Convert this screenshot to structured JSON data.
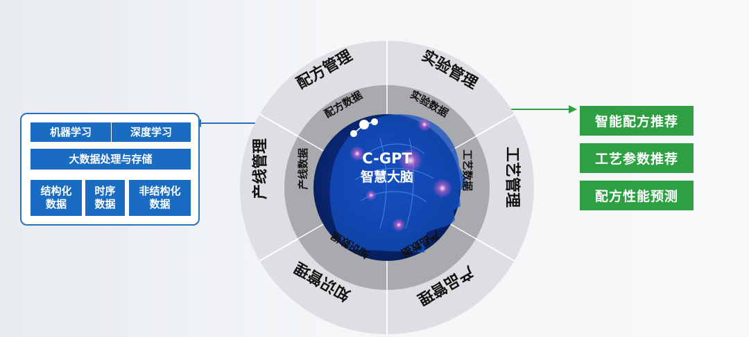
{
  "center": {
    "line1": "C-GPT",
    "line2": "智慧大脑"
  },
  "outer_ring": [
    "配方管理",
    "实验管理",
    "工艺管理",
    "产品管理",
    "知识管理",
    "产线管理"
  ],
  "inner_ring": [
    "配方数据",
    "实验数据",
    "工艺数据",
    "产品数据",
    "知识数据",
    "产线数据"
  ],
  "left_panel": {
    "machine_learning": "机器学习",
    "deep_learning": "深度学习",
    "big_data": "大数据处理与存储",
    "structured": "结构化\n数据",
    "time_series": "时序\n数据",
    "unstructured": "非结构化\n数据"
  },
  "right_outputs": [
    "智能配方推荐",
    "工艺参数推荐",
    "配方性能预测"
  ],
  "colors": {
    "blue_accent": "#1a6cc2",
    "green_accent": "#2ea043",
    "outer_ring": "#dedfe2",
    "inner_ring": "#a8aaae"
  }
}
